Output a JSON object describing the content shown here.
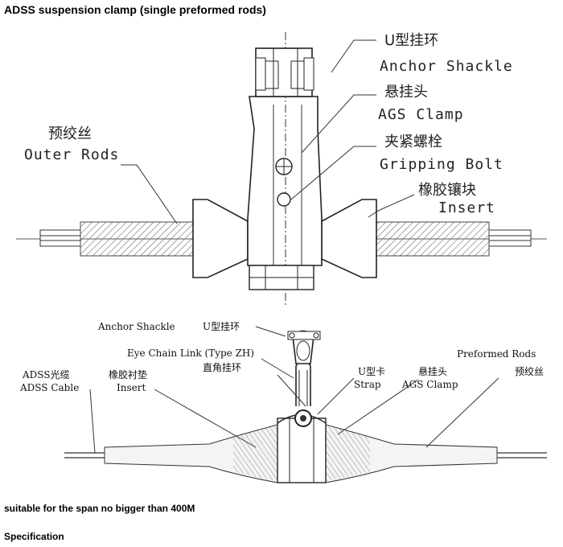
{
  "title": "ADSS suspension clamp (single preformed rods)",
  "top_diagram": {
    "labels": {
      "anchor_shackle_cn": "U型挂环",
      "anchor_shackle_en": "Anchor Shackle",
      "ags_clamp_cn": "悬挂头",
      "ags_clamp_en": "AGS Clamp",
      "gripping_bolt_cn": "夹紧螺栓",
      "gripping_bolt_en": "Gripping Bolt",
      "insert_cn": "橡胶镶块",
      "insert_en": "Insert",
      "outer_rods_cn": "预绞丝",
      "outer_rods_en": "Outer Rods"
    }
  },
  "bottom_diagram": {
    "labels": {
      "anchor_shackle_en": "Anchor Shackle",
      "anchor_shackle_cn": "U型挂环",
      "eye_chain_en": "Eye Chain Link (Type ZH)",
      "eye_chain_cn": "直角挂环",
      "preformed_rods_en": "Preformed Rods",
      "preformed_rods_cn": "预绞丝",
      "adss_cable_cn": "ADSS光缆",
      "adss_cable_en": "ADSS Cable",
      "insert_cn": "橡胶衬垫",
      "insert_en": "Insert",
      "strap_cn": "U型卡",
      "strap_en": "Strap",
      "ags_clamp_cn": "悬挂头",
      "ags_clamp_en": "AGS Clamp"
    }
  },
  "captions": {
    "span": "suitable for the span no bigger than 400M",
    "spec": "Specification"
  }
}
